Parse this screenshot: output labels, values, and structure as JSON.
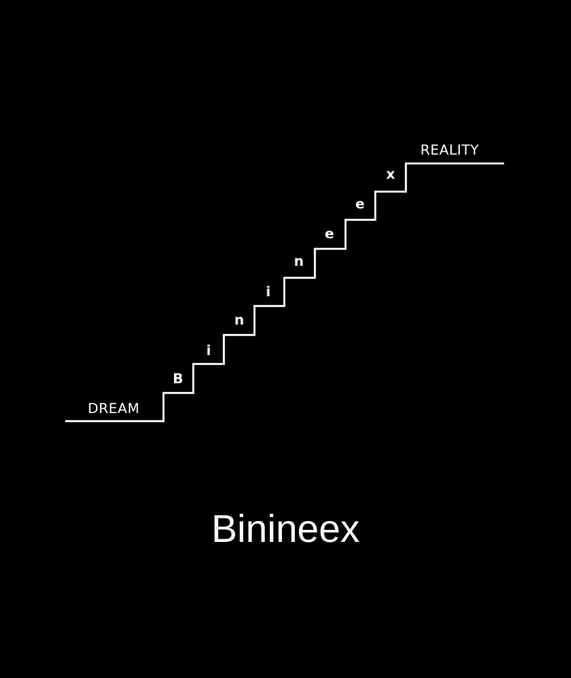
{
  "colors": {
    "background": "#000000",
    "foreground": "#ffffff"
  },
  "diagram": {
    "start_label": "DREAM",
    "end_label": "REALITY",
    "step_letters": [
      "B",
      "i",
      "n",
      "i",
      "n",
      "e",
      "e",
      "x"
    ]
  },
  "brand": {
    "name": "Binineex"
  }
}
